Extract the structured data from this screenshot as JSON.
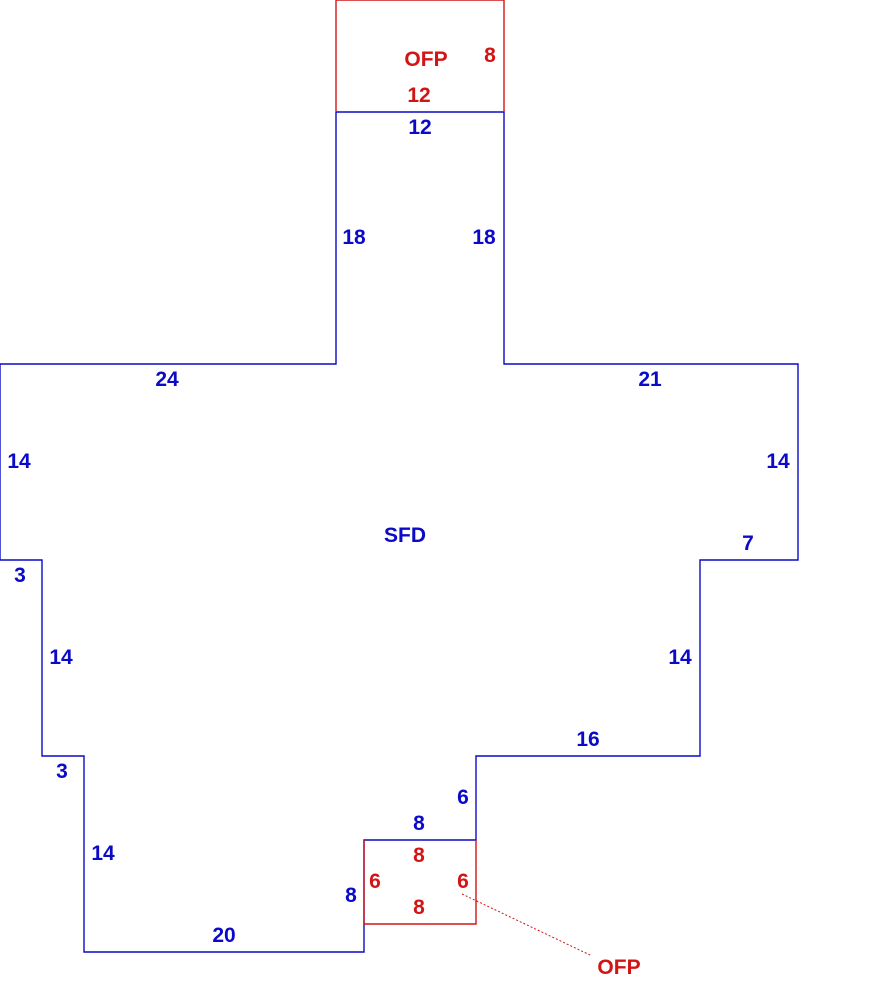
{
  "colors": {
    "main": "#0a0ac8",
    "porch": "#d21414"
  },
  "main_area": {
    "label": "SFD",
    "dims": {
      "stem_top": "12",
      "stem_left": "18",
      "stem_right": "18",
      "left_top": "24",
      "right_top": "21",
      "left_side": "14",
      "right_side": "14",
      "left_step1": "3",
      "left_side2": "14",
      "left_step2": "3",
      "left_side3": "14",
      "bottom_left": "20",
      "right_step": "7",
      "right_side2": "14",
      "right_bottom": "16",
      "notch_right": "6",
      "notch_top": "8",
      "notch_left": "8"
    }
  },
  "top_porch": {
    "label": "OFP",
    "side": "8",
    "bottom": "12"
  },
  "bottom_porch": {
    "label": "OFP",
    "top": "8",
    "left": "6",
    "right": "6",
    "bottom": "8"
  }
}
